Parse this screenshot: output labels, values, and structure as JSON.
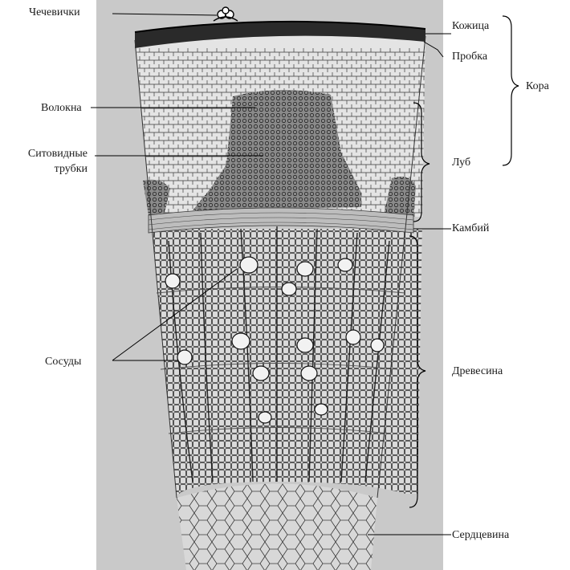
{
  "labels": {
    "lenticels": "Чечевички",
    "fibers": "Волокна",
    "sieve_tubes_line1": "Ситовидные",
    "sieve_tubes_line2": "трубки",
    "vessels": "Сосуды",
    "epidermis": "Кожица",
    "cork": "Пробка",
    "bark": "Кора",
    "phloem": "Луб",
    "cambium": "Камбий",
    "wood": "Древесина",
    "pith": "Сердцевина"
  },
  "colors": {
    "paper": "#c9c9c9",
    "ink": "#1a1a1a",
    "cork": "#2a2a2a",
    "fiber_patch": "#8a8a8a",
    "pith": "#d8d8d8"
  }
}
